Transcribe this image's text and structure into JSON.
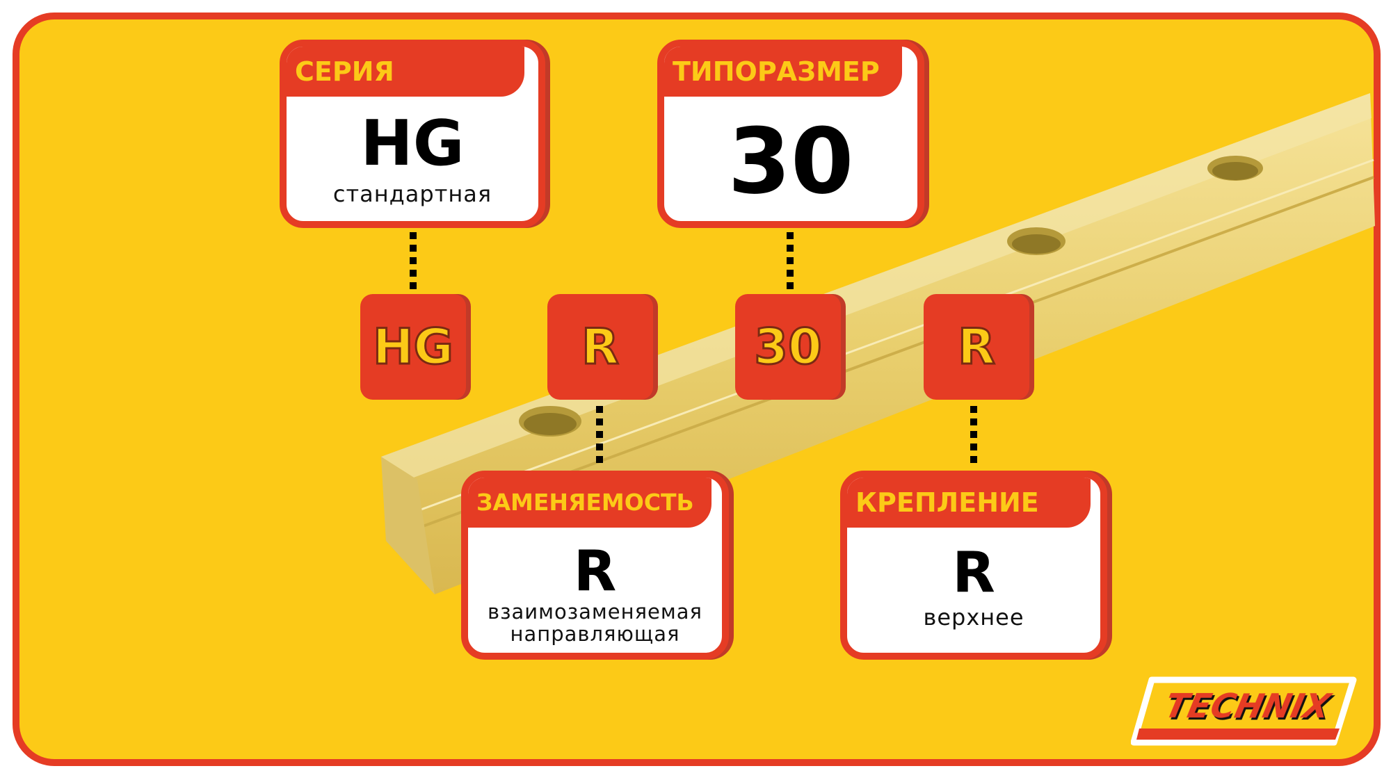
{
  "cards": {
    "series": {
      "header": "СЕРИЯ",
      "value": "HG",
      "description": "стандартная"
    },
    "size": {
      "header": "ТИПОРАЗМЕР",
      "value": "30"
    },
    "interchangeability": {
      "header": "ЗАМЕНЯЕМОСТЬ",
      "value": "R",
      "description_line1": "взаимозаменяемая",
      "description_line2": "направляющая"
    },
    "mounting": {
      "header": "КРЕПЛЕНИЕ",
      "value": "R",
      "description": "верхнее"
    }
  },
  "code_boxes": [
    "HG",
    "R",
    "30",
    "R"
  ],
  "logo": {
    "text": "TECHNIX"
  },
  "colors": {
    "background": "#FCCA17",
    "accent": "#E53C24",
    "shadow": "#C23A28"
  }
}
